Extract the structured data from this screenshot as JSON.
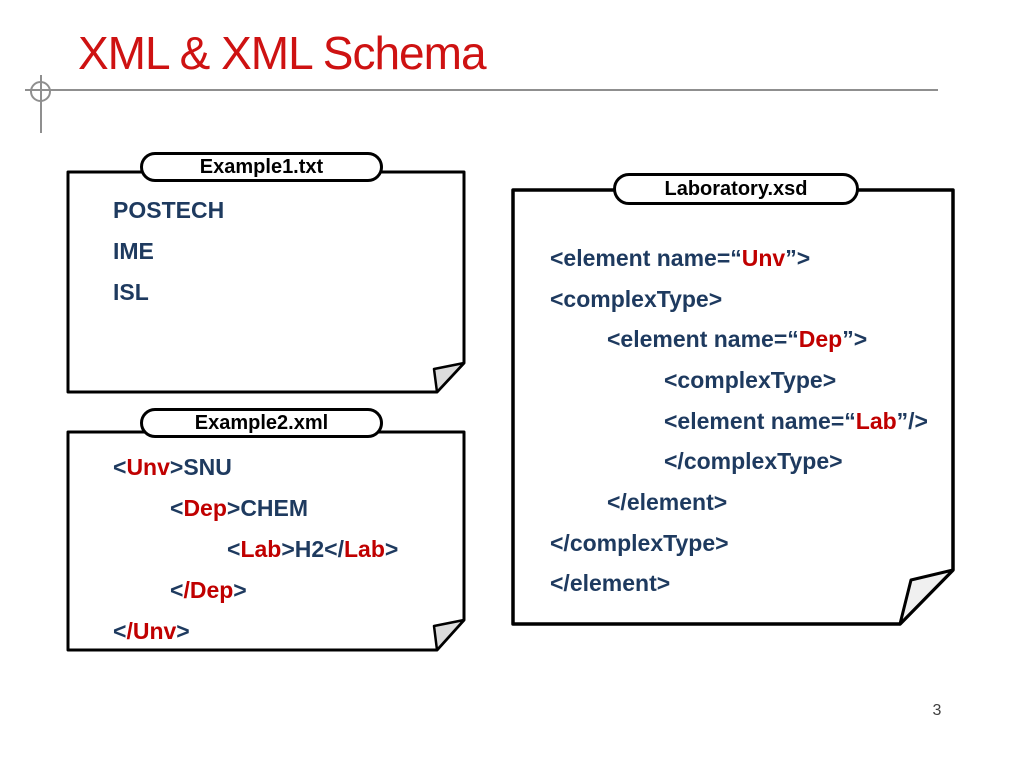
{
  "title": "XML & XML Schema",
  "page_number": "3",
  "colors": {
    "title_red": "#CE1212",
    "code_navy": "#1E3A5F",
    "code_red": "#C00000",
    "rule_gray": "#8f8f8f",
    "fold_gray": "#dcdcdc",
    "outline_black": "#000000"
  },
  "notes": [
    {
      "tab": "Example1.txt",
      "lines": [
        {
          "indent": 0,
          "segments": [
            {
              "text": "POSTECH",
              "color": "navy"
            }
          ]
        },
        {
          "indent": 0,
          "segments": [
            {
              "text": "IME",
              "color": "navy"
            }
          ]
        },
        {
          "indent": 0,
          "segments": [
            {
              "text": "ISL",
              "color": "navy"
            }
          ]
        }
      ]
    },
    {
      "tab": "Example2.xml",
      "lines": [
        {
          "indent": 0,
          "segments": [
            {
              "text": "<",
              "color": "navy"
            },
            {
              "text": "Unv",
              "color": "red"
            },
            {
              "text": ">SNU",
              "color": "navy"
            }
          ]
        },
        {
          "indent": 1,
          "segments": [
            {
              "text": "<",
              "color": "navy"
            },
            {
              "text": "Dep",
              "color": "red"
            },
            {
              "text": ">CHEM",
              "color": "navy"
            }
          ]
        },
        {
          "indent": 2,
          "segments": [
            {
              "text": "<",
              "color": "navy"
            },
            {
              "text": "Lab",
              "color": "red"
            },
            {
              "text": ">H2</",
              "color": "navy"
            },
            {
              "text": "Lab",
              "color": "red"
            },
            {
              "text": ">",
              "color": "navy"
            }
          ]
        },
        {
          "indent": 1,
          "segments": [
            {
              "text": "<",
              "color": "navy"
            },
            {
              "text": "/Dep",
              "color": "red"
            },
            {
              "text": ">",
              "color": "navy"
            }
          ]
        },
        {
          "indent": 0,
          "segments": [
            {
              "text": "<",
              "color": "navy"
            },
            {
              "text": "/Unv",
              "color": "red"
            },
            {
              "text": ">",
              "color": "navy"
            }
          ]
        }
      ]
    },
    {
      "tab": "Laboratory.xsd",
      "lines": [
        {
          "indent": 0,
          "segments": [
            {
              "text": "<element name=“",
              "color": "navy"
            },
            {
              "text": "Unv",
              "color": "red"
            },
            {
              "text": "”>",
              "color": "navy"
            }
          ]
        },
        {
          "indent": 0,
          "segments": [
            {
              "text": "<complexType>",
              "color": "navy"
            }
          ]
        },
        {
          "indent": 1,
          "segments": [
            {
              "text": "<element name=“",
              "color": "navy"
            },
            {
              "text": "Dep",
              "color": "red"
            },
            {
              "text": "”>",
              "color": "navy"
            }
          ]
        },
        {
          "indent": 2,
          "segments": [
            {
              "text": "<complexType>",
              "color": "navy"
            }
          ]
        },
        {
          "indent": 2,
          "segments": [
            {
              "text": "<element name=“",
              "color": "navy"
            },
            {
              "text": "Lab",
              "color": "red"
            },
            {
              "text": "”/>",
              "color": "navy"
            }
          ]
        },
        {
          "indent": 2,
          "segments": [
            {
              "text": "</complexType>",
              "color": "navy"
            }
          ]
        },
        {
          "indent": 1,
          "segments": [
            {
              "text": "</element>",
              "color": "navy"
            }
          ]
        },
        {
          "indent": 0,
          "segments": [
            {
              "text": "</complexType>",
              "color": "navy"
            }
          ]
        },
        {
          "indent": 0,
          "segments": [
            {
              "text": "</element>",
              "color": "navy"
            }
          ]
        }
      ]
    }
  ]
}
